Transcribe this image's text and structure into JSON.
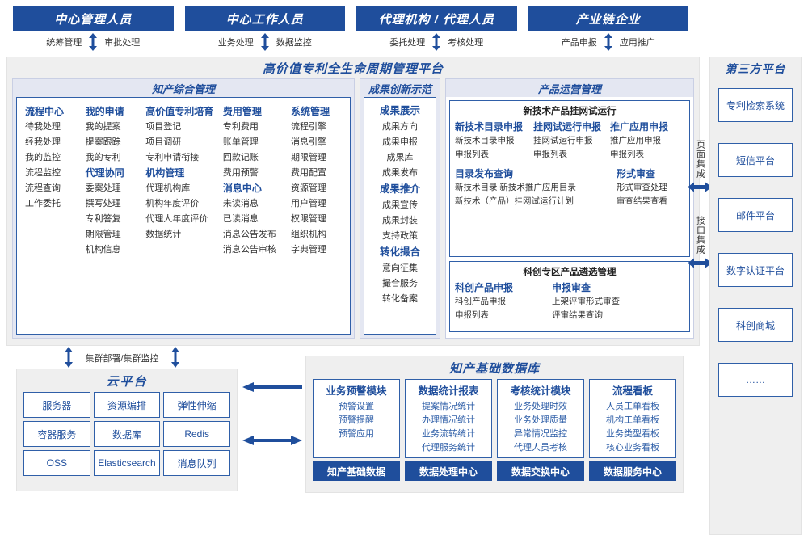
{
  "actors": [
    {
      "title": "中心管理人员",
      "left": "统筹管理",
      "right": "审批处理"
    },
    {
      "title": "中心工作人员",
      "left": "业务处理",
      "right": "数据监控"
    },
    {
      "title": "代理机构 / 代理人员",
      "left": "委托处理",
      "right": "考核处理"
    },
    {
      "title": "产业链企业",
      "left": "产品申报",
      "right": "应用推广"
    }
  ],
  "platform": {
    "title": "高价值专利全生命周期管理平台",
    "groups": {
      "zhichan": {
        "title": "知产综合管理",
        "columns": [
          {
            "blocks": [
              {
                "head": "流程中心",
                "items": [
                  "待我处理",
                  "经我处理",
                  "我的监控",
                  "流程监控",
                  "流程查询",
                  "工作委托"
                ]
              }
            ]
          },
          {
            "blocks": [
              {
                "head": "我的申请",
                "items": [
                  "我的提案",
                  "提案跟踪",
                  "我的专利"
                ]
              },
              {
                "head": "代理协同",
                "items": [
                  "委案处理",
                  "撰写处理",
                  "专利答复",
                  "期限管理",
                  "机构信息"
                ]
              }
            ]
          },
          {
            "blocks": [
              {
                "head": "高价值专利培育",
                "items": [
                  "项目登记",
                  "项目调研",
                  "专利申请衔接"
                ]
              },
              {
                "head": "机构管理",
                "items": [
                  "代理机构库",
                  "机构年度评价",
                  "代理人年度评价",
                  "数据统计"
                ]
              }
            ]
          },
          {
            "blocks": [
              {
                "head": "费用管理",
                "items": [
                  "专利费用",
                  "账单管理",
                  "回款记账",
                  "费用预警"
                ]
              },
              {
                "head": "消息中心",
                "items": [
                  "未读消息",
                  "已读消息",
                  "消息公告发布",
                  "消息公告审核"
                ]
              }
            ]
          },
          {
            "blocks": [
              {
                "head": "系统管理",
                "items": [
                  "流程引擎",
                  "消息引擎",
                  "期限管理",
                  "费用配置",
                  "资源管理",
                  "用户管理",
                  "权限管理",
                  "组织机构",
                  "字典管理"
                ]
              }
            ]
          }
        ]
      },
      "chengguo": {
        "title": "成果创新示范",
        "blocks": [
          {
            "head": "成果展示",
            "items": [
              "成果方向",
              "成果申报",
              "成果库",
              "成果发布"
            ]
          },
          {
            "head": "成果推介",
            "items": [
              "成果宣传",
              "成果封装",
              "支持政策"
            ]
          },
          {
            "head": "转化撮合",
            "items": [
              "意向征集",
              "撮合服务",
              "转化备案"
            ]
          }
        ]
      },
      "chanpin": {
        "title": "产品运营管理",
        "boxes": [
          {
            "caption": "新技术产品挂网试运行",
            "row1": [
              {
                "head": "新技术目录申报",
                "items": [
                  "新技术目录申报",
                  "申报列表"
                ]
              },
              {
                "head": "挂网试运行申报",
                "items": [
                  "挂网试运行申报",
                  "申报列表"
                ]
              },
              {
                "head": "推广应用申报",
                "items": [
                  "推广应用申报",
                  "申报列表"
                ]
              }
            ],
            "row2": [
              {
                "head": "目录发布查询",
                "items": [
                  "新技术目录    新技术推广应用目录",
                  "新技术（产品）挂网试运行计划"
                ]
              },
              {
                "head": "形式审查",
                "items": [
                  "形式审查处理",
                  "审查结果查看"
                ]
              }
            ]
          },
          {
            "caption": "科创专区产品遴选管理",
            "row1": [
              {
                "head": "科创产品申报",
                "items": [
                  "科创产品申报",
                  "申报列表"
                ]
              },
              {
                "head": "申报审查",
                "items": [
                  "上架评审形式审查",
                  "评审结果查询"
                ]
              }
            ]
          }
        ]
      }
    }
  },
  "integration": [
    {
      "label": "页面集成"
    },
    {
      "label": "接口集成"
    }
  ],
  "third_party": {
    "title": "第三方平台",
    "items": [
      "专利检索系统",
      "短信平台",
      "邮件平台",
      "数字认证平台",
      "科创商城",
      "……"
    ]
  },
  "cluster": {
    "label": "集群部署/集群监控"
  },
  "cloud": {
    "title": "云平台",
    "cells": [
      "服务器",
      "资源编排",
      "弹性伸缩",
      "容器服务",
      "数据库",
      "Redis",
      "OSS",
      "Elasticsearch",
      "消息队列"
    ]
  },
  "database": {
    "title": "知产基础数据库",
    "columns": [
      {
        "head": "业务预警模块",
        "items": [
          "预警设置",
          "预警提醒",
          "预警应用"
        ],
        "foot": "知产基础数据"
      },
      {
        "head": "数据统计报表",
        "items": [
          "提案情况统计",
          "办理情况统计",
          "业务流转统计",
          "代理服务统计"
        ],
        "foot": "数据处理中心"
      },
      {
        "head": "考核统计模块",
        "items": [
          "业务处理时效",
          "业务处理质量",
          "异常情况监控",
          "代理人员考核"
        ],
        "foot": "数据交换中心"
      },
      {
        "head": "流程看板",
        "items": [
          "人员工单看板",
          "机构工单看板",
          "业务类型看板",
          "核心业务看板"
        ],
        "foot": "数据服务中心"
      }
    ]
  },
  "colors": {
    "brand_blue": "#1f4e9c",
    "border_blue": "#2f5fa8",
    "panel_grey": "#efefef",
    "group_lilac": "#e4e7f2"
  }
}
